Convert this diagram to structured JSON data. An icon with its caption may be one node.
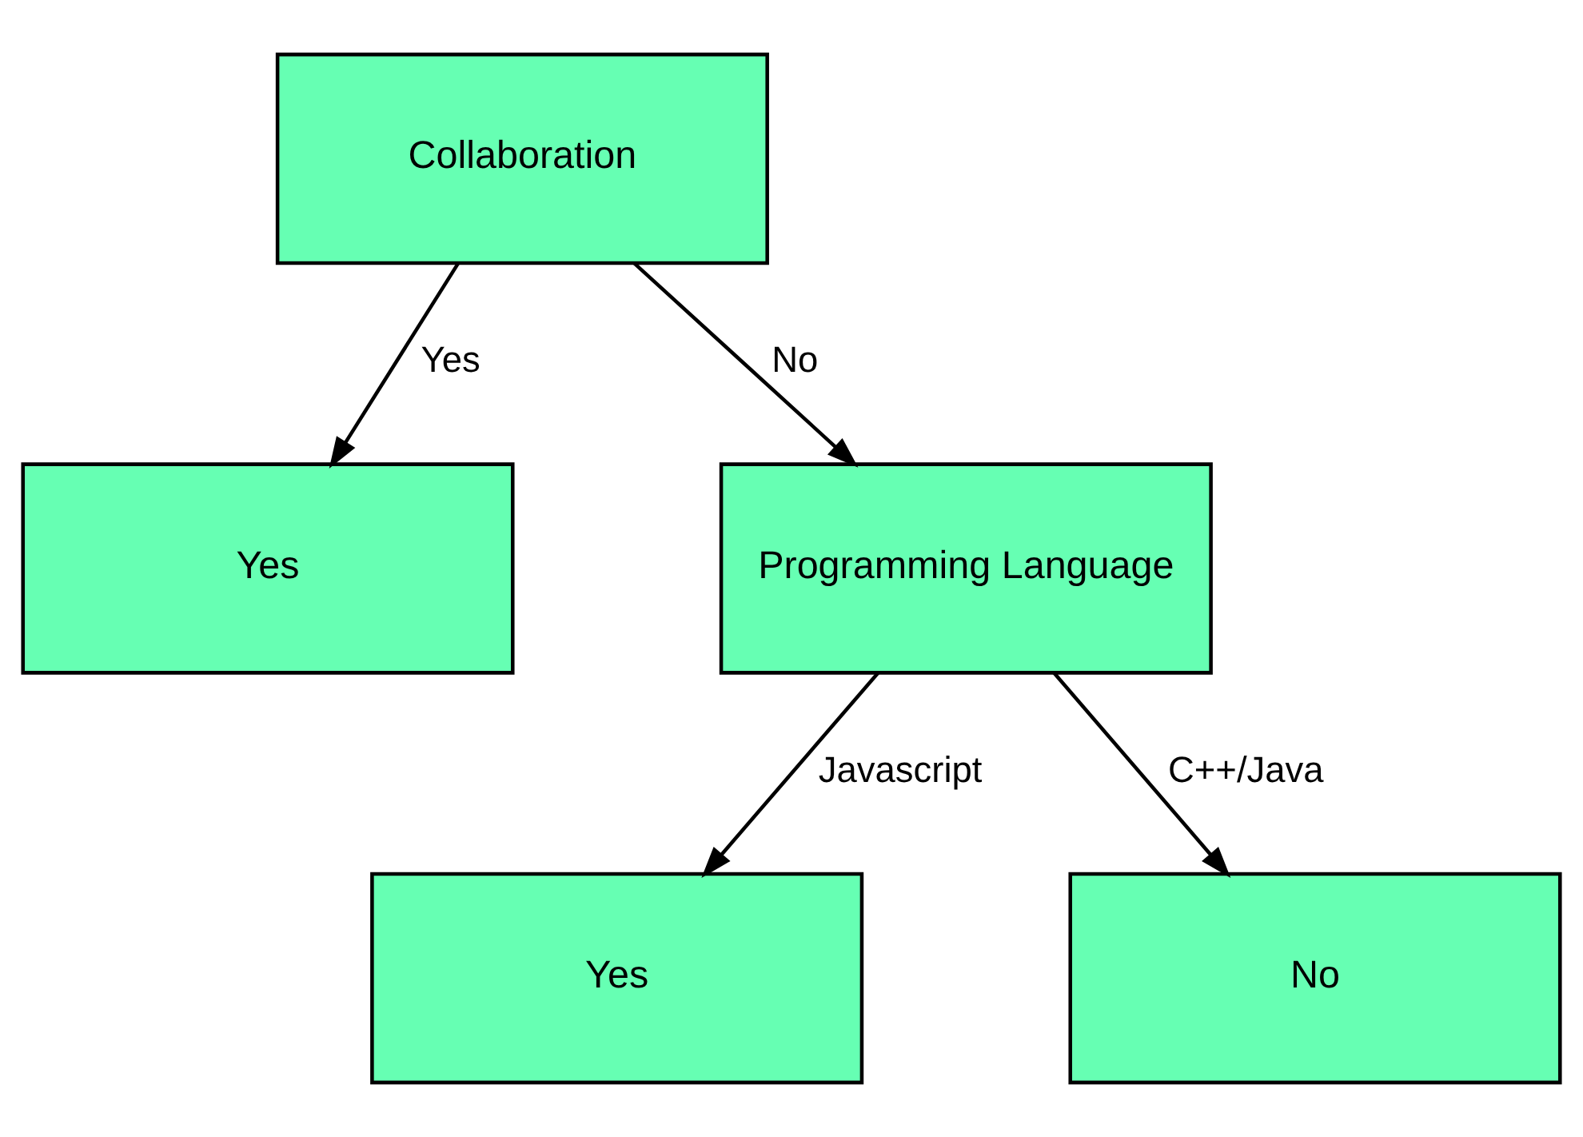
{
  "diagram": {
    "nodes": [
      {
        "text": [
          "Collaboration"
        ]
      },
      {
        "text": [
          "Yes"
        ]
      },
      {
        "text": [
          "Programming Language"
        ]
      },
      {
        "text": [
          "Yes"
        ]
      },
      {
        "text": [
          "No"
        ]
      }
    ],
    "edges": [
      {
        "from": 0,
        "to": 1,
        "arrow": "to",
        "label": "Yes"
      },
      {
        "from": 0,
        "to": 2,
        "arrow": "to",
        "label": "No"
      },
      {
        "from": 2,
        "to": 3,
        "arrow": "to",
        "label": "Javascript"
      },
      {
        "from": 2,
        "to": 4,
        "arrow": "to",
        "label": "C++/Java"
      }
    ]
  }
}
